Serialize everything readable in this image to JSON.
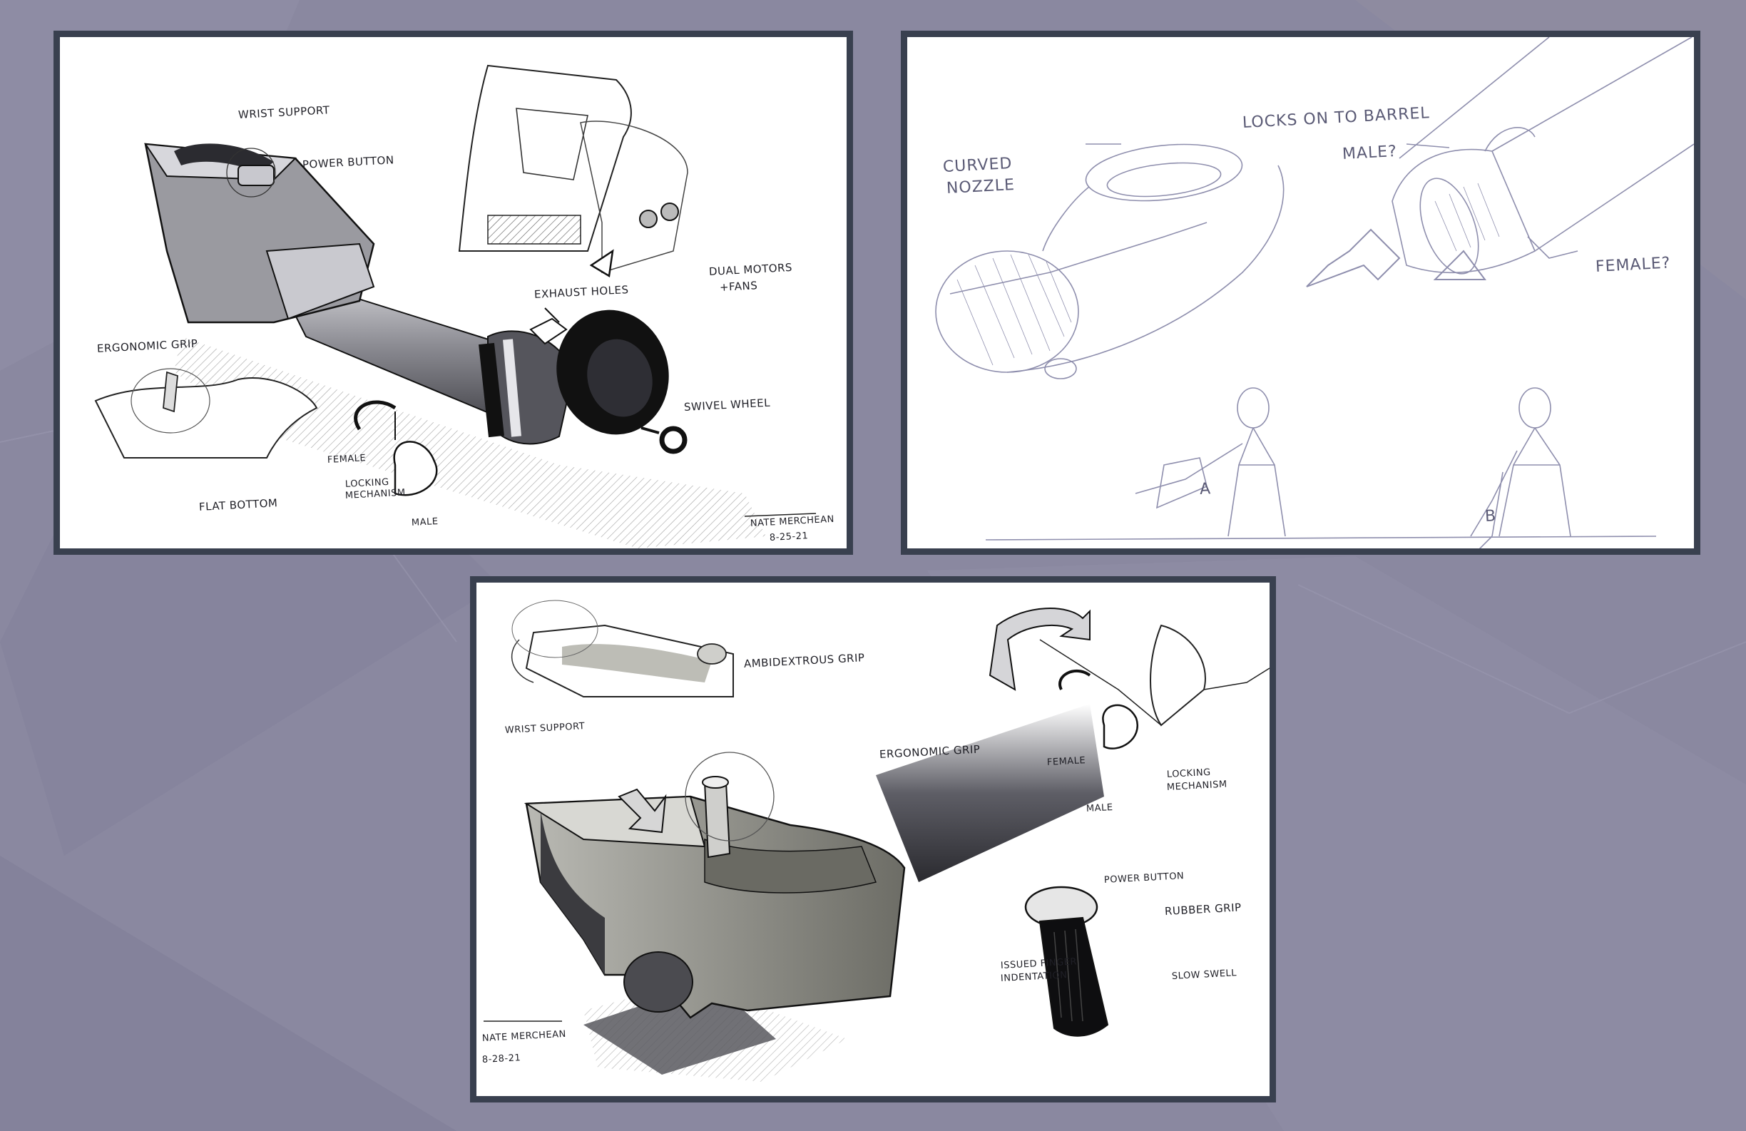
{
  "panel_1": {
    "labels": {
      "wrist_support": "WRIST SUPPORT",
      "power_button": "POWER BUTTON",
      "ergonomic_grip": "ERGONOMIC GRIP",
      "dual_motors": "DUAL MOTORS",
      "fans": "+FANS",
      "exhaust_holes": "EXHAUST HOLES",
      "swivel_wheel": "SWIVEL WHEEL",
      "female": "FEMALE",
      "locking_mechanism_1": "LOCKING",
      "locking_mechanism_2": "MECHANISM",
      "male": "MALE",
      "flat_bottom": "FLAT BOTTOM",
      "signature": "NATE MERCHEAN",
      "date": "8-25-21"
    }
  },
  "panel_2": {
    "labels": {
      "curved_1": "CURVED",
      "curved_2": "NOZZLE",
      "locks_onto_barrel": "LOCKS ON TO BARREL",
      "male": "MALE?",
      "female": "FEMALE?",
      "figure_a": "A",
      "figure_b": "B"
    }
  },
  "panel_3": {
    "labels": {
      "ambidextrous_grip": "AMBIDEXTROUS GRIP",
      "wrist_support": "WRIST SUPPORT",
      "ergonomic_grip": "ERGONOMIC GRIP",
      "female": "FEMALE",
      "locking_1": "LOCKING",
      "locking_2": "MECHANISM",
      "male": "MALE",
      "power_button": "POWER BUTTON",
      "rubber_grip": "RUBBER GRIP",
      "finger_1": "ISSUED FINGER",
      "finger_2": "INDENTATION",
      "slow_swell": "SLOW SWELL",
      "signature": "NATE MERCHEAN",
      "date": "8-28-21"
    }
  },
  "colors": {
    "background": "#8a88a0",
    "frame": "#39404f",
    "paper": "#ffffff",
    "ink": "#1f1f26",
    "pencil": "#8e8ead"
  }
}
